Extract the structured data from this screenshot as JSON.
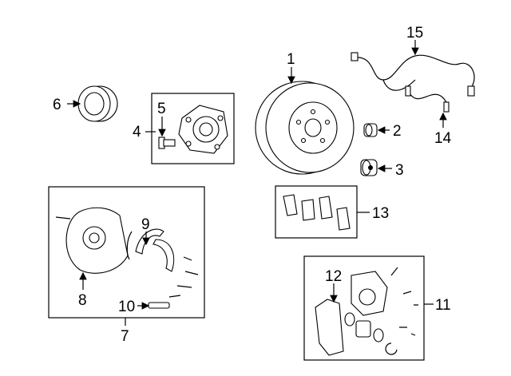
{
  "diagram": {
    "title": "Rear brake components",
    "callouts": [
      {
        "id": "1",
        "part": "rotor"
      },
      {
        "id": "2",
        "part": "bushing"
      },
      {
        "id": "3",
        "part": "bushing"
      },
      {
        "id": "4",
        "part": "hub-bearing-assembly"
      },
      {
        "id": "5",
        "part": "wheel-stud"
      },
      {
        "id": "6",
        "part": "parking-brake-drum-seal"
      },
      {
        "id": "7",
        "part": "backing-plate-assembly"
      },
      {
        "id": "8",
        "part": "backing-plate"
      },
      {
        "id": "9",
        "part": "parking-brake-shoes"
      },
      {
        "id": "10",
        "part": "adjuster"
      },
      {
        "id": "11",
        "part": "caliper-assembly"
      },
      {
        "id": "12",
        "part": "caliper-bracket"
      },
      {
        "id": "13",
        "part": "brake-pads"
      },
      {
        "id": "14",
        "part": "brake-hose"
      },
      {
        "id": "15",
        "part": "abs-sensor"
      }
    ]
  }
}
